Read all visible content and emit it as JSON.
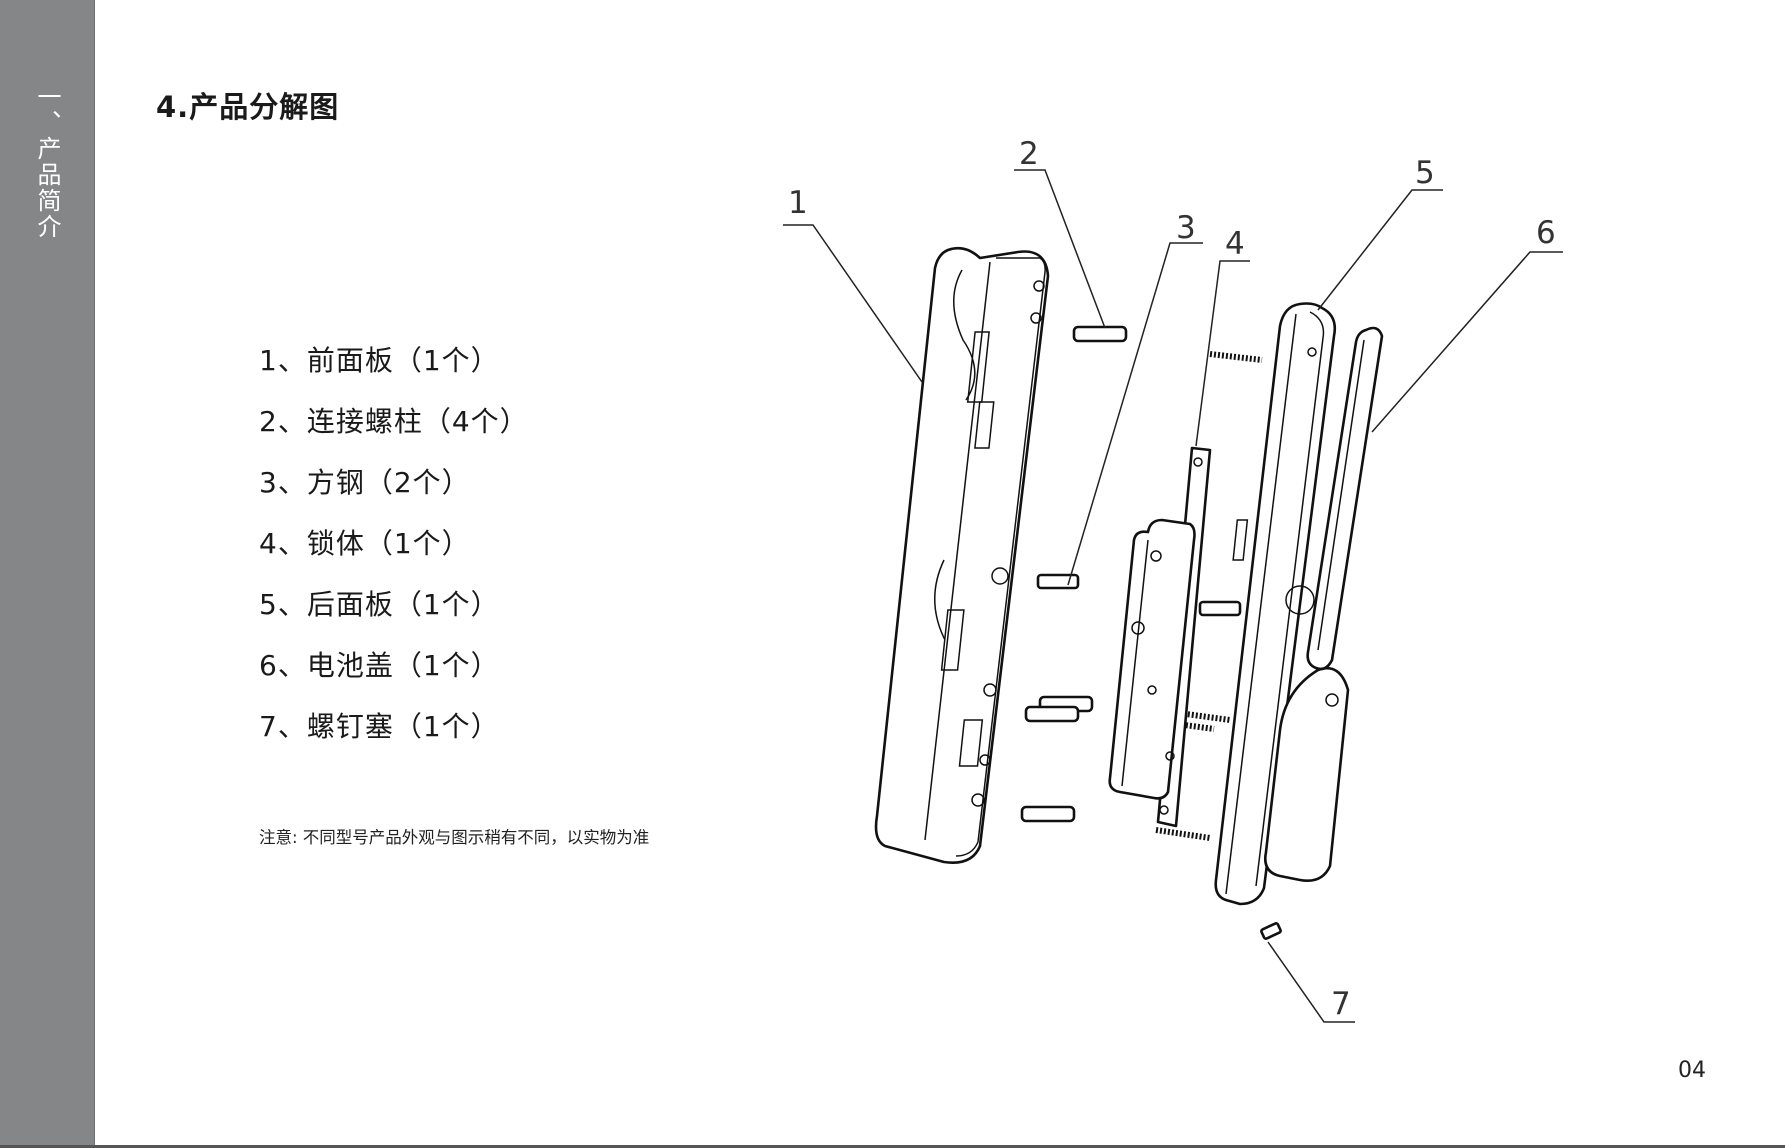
{
  "sidebar": {
    "section_label": "一、产品简介"
  },
  "page": {
    "title": "4.产品分解图",
    "page_number": "04"
  },
  "parts_list": [
    "1、前面板（1个）",
    "2、连接螺柱（4个）",
    "3、方钢（2个）",
    "4、锁体（1个）",
    "5、后面板（1个）",
    "6、电池盖（1个）",
    "7、螺钉塞（1个）"
  ],
  "note": "注意: 不同型号产品外观与图示稍有不同，以实物为准",
  "diagram": {
    "callouts": [
      "1",
      "2",
      "3",
      "4",
      "5",
      "6",
      "7"
    ]
  }
}
